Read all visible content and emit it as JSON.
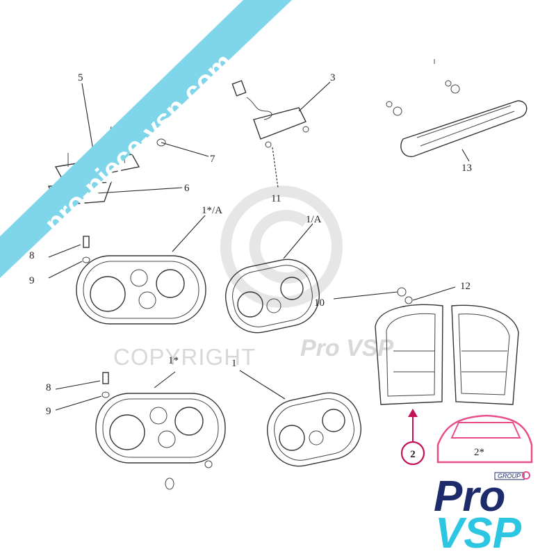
{
  "watermark": {
    "copyright_text": "COPYRIGHT",
    "pro_text": "Pro VSP"
  },
  "banner": {
    "text": "pro-piece-vsp.com",
    "color": "#7fd6ea"
  },
  "callouts": {
    "c1": "1",
    "c1star": "1*",
    "c1a": "1/A",
    "c1stara": "1*/A",
    "c2": "2",
    "c2star": "2*",
    "c3": "3",
    "c5": "5",
    "c6": "6",
    "c7": "7",
    "c8a": "8",
    "c8b": "8",
    "c9a": "9",
    "c9b": "9",
    "c10": "10",
    "c11": "11",
    "c12": "12",
    "c13": "13"
  },
  "highlight_color": "#c4125a",
  "logo": {
    "group": "GROUP",
    "pro": "Pro",
    "vsp": "VSP",
    "navy": "#1e2b6b",
    "cyan": "#2cc6e3",
    "pink": "#e84d8a"
  }
}
